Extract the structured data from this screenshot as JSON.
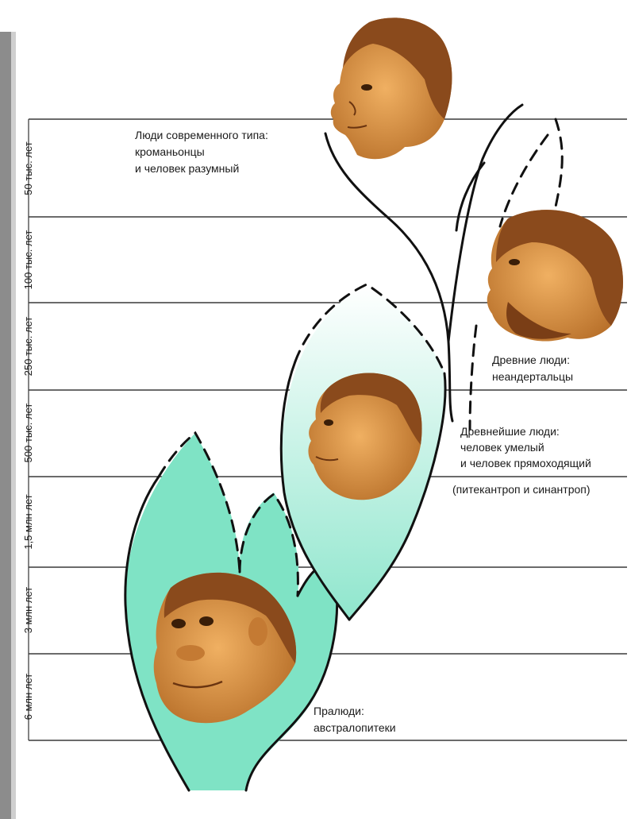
{
  "periods": [
    "50 тыс. лет",
    "100 тыс. лет",
    "250 тыс. лет",
    "500 тыс. лет",
    "1,5 млн лет",
    "3 млн лет",
    "6 млн лет"
  ],
  "groups": {
    "modern": [
      "Люди современного типа:",
      "кроманьонцы",
      "и человек разумный"
    ],
    "ancient": [
      "Древние люди:",
      "неандертальцы"
    ],
    "oldest": [
      "Древнейшие люди:",
      "человек умелый",
      "и человек прямоходящий",
      "(питекантроп и синантроп)"
    ],
    "prehumans": [
      "Пралюди:",
      "австралопитеки"
    ]
  },
  "colors": {
    "branch_fill": "#7fe3c5",
    "branch_fill_light": "#d7f6ee",
    "skin": "#d9913f",
    "hair": "#8a4a1c",
    "axis_bar": "#8c8c8c"
  }
}
